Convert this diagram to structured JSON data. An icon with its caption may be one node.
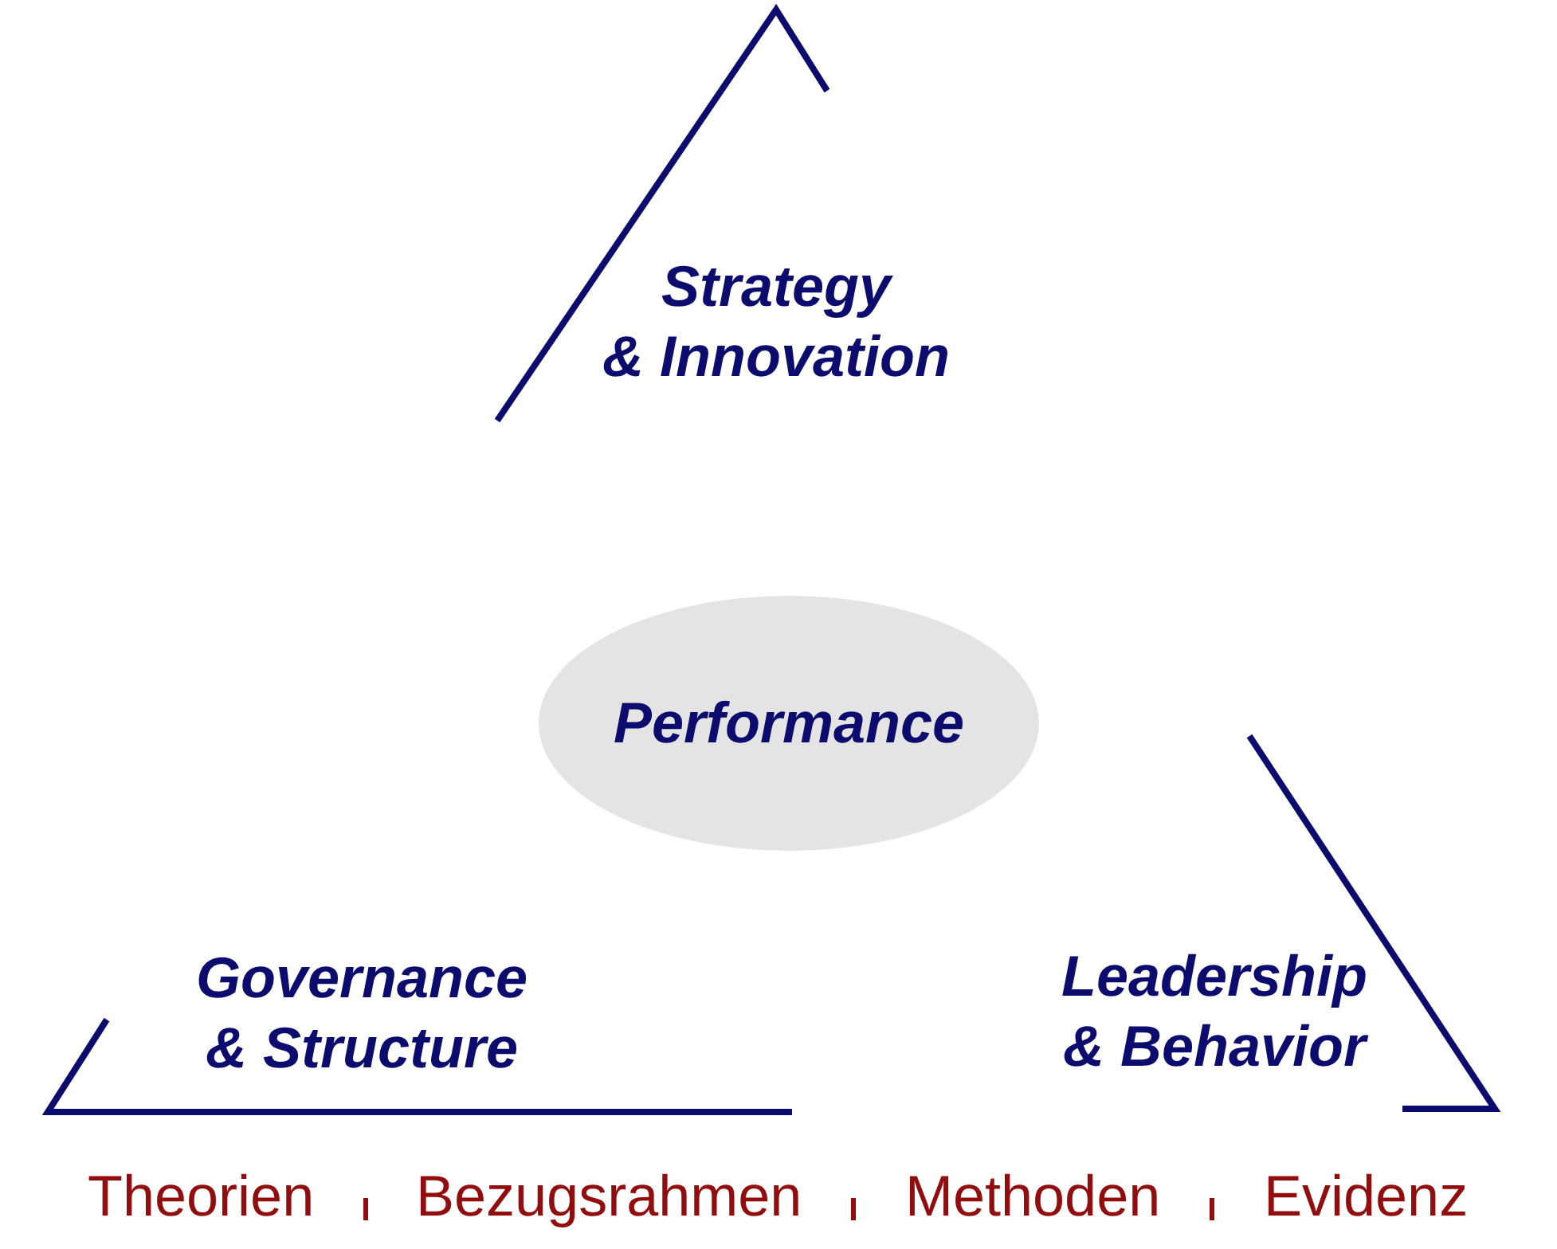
{
  "diagram": {
    "nodes": [
      {
        "text": [
          "Performance"
        ]
      }
    ],
    "labels": [
      "Strategy & Innovation",
      "Governance & Structure",
      "Leadership & Behavior",
      "Theorien",
      "Bezugsrahmen",
      "Methoden",
      "Evidenz"
    ]
  }
}
